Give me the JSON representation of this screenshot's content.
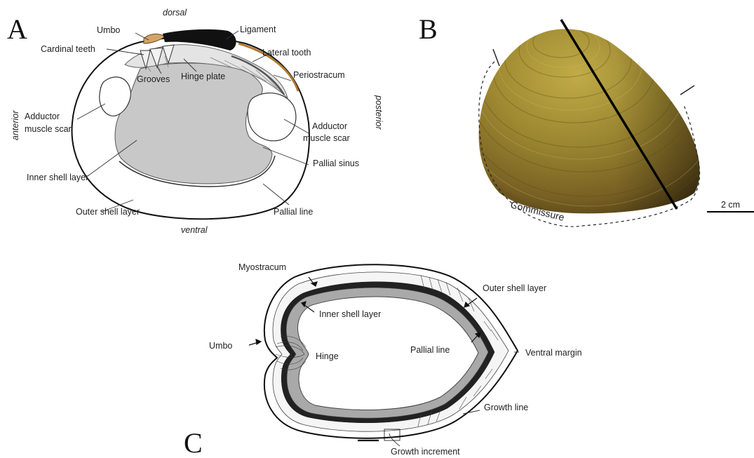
{
  "panels": {
    "a": {
      "letter": "A"
    },
    "b": {
      "letter": "B"
    },
    "c": {
      "letter": "C"
    }
  },
  "panel_a": {
    "orientation": {
      "dorsal": "dorsal",
      "ventral": "ventral",
      "anterior": "anterior",
      "posterior": "posterior"
    },
    "labels": {
      "umbo": "Umbo",
      "cardinal_teeth": "Cardinal teeth",
      "grooves": "Grooves",
      "hinge_plate": "Hinge plate",
      "ligament": "Ligament",
      "lateral_tooth": "Lateral tooth",
      "periostracum": "Periostracum",
      "adductor_anterior_1": "Adductor",
      "adductor_anterior_2": "muscle scar",
      "adductor_posterior_1": "Adductor",
      "adductor_posterior_2": "muscle scar",
      "pallial_sinus": "Pallial sinus",
      "inner_shell_layer": "Inner shell layer",
      "outer_shell_layer": "Outer shell layer",
      "pallial_line": "Pallial line"
    }
  },
  "panel_b": {
    "commissure": "Commissure",
    "scale_bar": "2 cm",
    "shell_colors": {
      "light": "#b09a3a",
      "mid": "#86702a",
      "dark": "#4a3a14"
    }
  },
  "panel_c": {
    "labels": {
      "myostracum": "Myostracum",
      "inner_shell_layer": "Inner shell layer",
      "outer_shell_layer": "Outer shell layer",
      "umbo": "Umbo",
      "hinge": "Hinge",
      "pallial_line": "Pallial line",
      "ventral_margin": "Ventral margin",
      "growth_line": "Growth line",
      "growth_increment": "Growth increment"
    }
  }
}
